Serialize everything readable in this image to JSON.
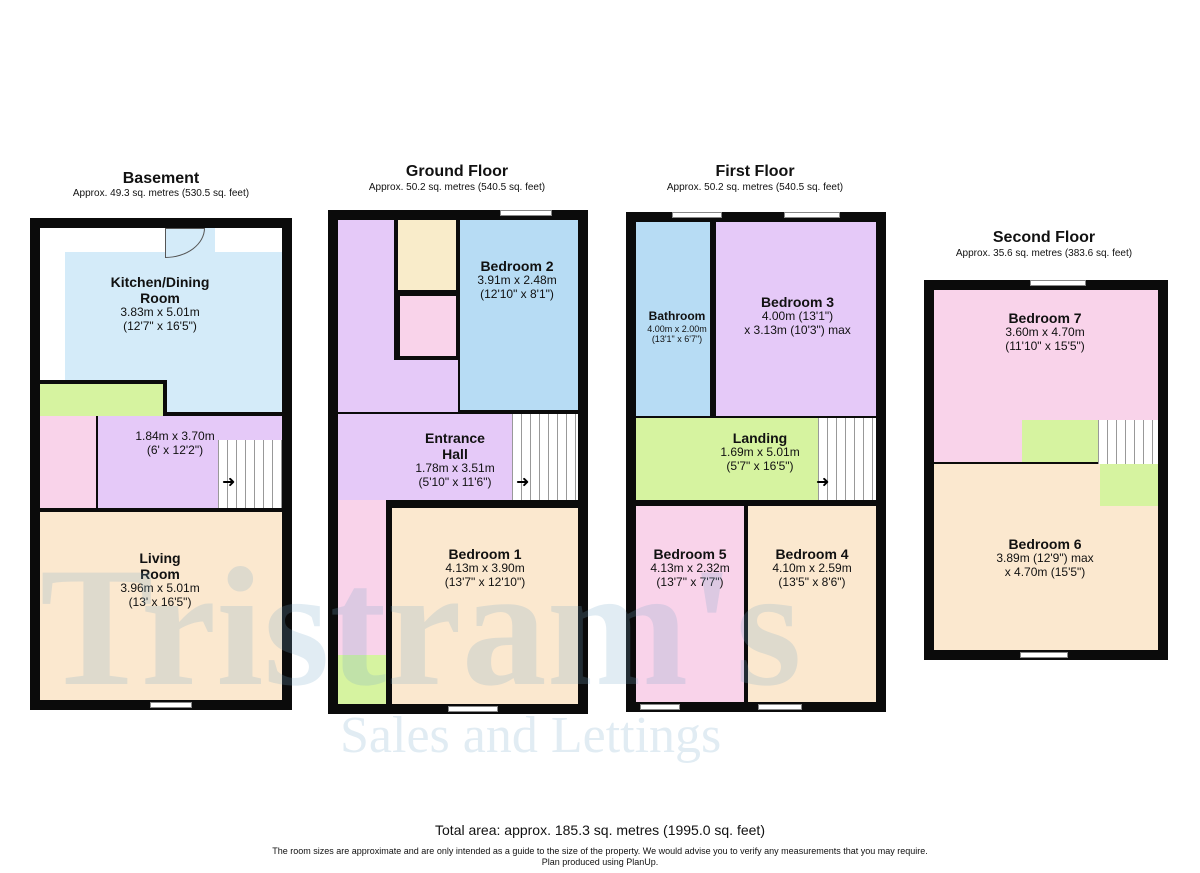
{
  "floors": {
    "basement": {
      "title": "Basement",
      "area": "Approx. 49.3 sq. metres (530.5 sq. feet)",
      "rooms": [
        {
          "name": "Kitchen/Dining Room",
          "name_l1": "Kitchen/Dining",
          "name_l2": "Room",
          "dims": "3.83m x 5.01m",
          "imperial": "(12'7\" x 16'5\")"
        },
        {
          "name": "",
          "dims": "1.84m x 3.70m",
          "imperial": "(6' x 12'2\")"
        },
        {
          "name": "Living Room",
          "name_l1": "Living",
          "name_l2": "Room",
          "dims": "3.96m x 5.01m",
          "imperial": "(13' x 16'5\")"
        }
      ]
    },
    "ground": {
      "title": "Ground Floor",
      "area": "Approx. 50.2 sq. metres (540.5 sq. feet)",
      "rooms": [
        {
          "name": "Bedroom 2",
          "dims": "3.91m x 2.48m",
          "imperial": "(12'10\" x 8'1\")"
        },
        {
          "name": "Entrance Hall",
          "name_l1": "Entrance",
          "name_l2": "Hall",
          "dims": "1.78m x 3.51m",
          "imperial": "(5'10\" x 11'6\")"
        },
        {
          "name": "Bedroom 1",
          "dims": "4.13m x 3.90m",
          "imperial": "(13'7\" x 12'10\")"
        }
      ]
    },
    "first": {
      "title": "First Floor",
      "area": "Approx. 50.2 sq. metres (540.5 sq. feet)",
      "rooms": [
        {
          "name": "Bathroom",
          "dims": "4.00m x 2.00m",
          "imperial": "(13'1\" x 6'7\")"
        },
        {
          "name": "Bedroom 3",
          "dims": "4.00m (13'1\")",
          "imperial": "x 3.13m (10'3\") max"
        },
        {
          "name": "Landing",
          "dims": "1.69m x 5.01m",
          "imperial": "(5'7\" x 16'5\")"
        },
        {
          "name": "Bedroom 5",
          "dims": "4.13m x 2.32m",
          "imperial": "(13'7\" x 7'7\")"
        },
        {
          "name": "Bedroom 4",
          "dims": "4.10m x 2.59m",
          "imperial": "(13'5\" x 8'6\")"
        }
      ]
    },
    "second": {
      "title": "Second Floor",
      "area": "Approx. 35.6 sq. metres (383.6 sq. feet)",
      "rooms": [
        {
          "name": "Bedroom 7",
          "dims": "3.60m x 4.70m",
          "imperial": "(11'10\" x 15'5\")"
        },
        {
          "name": "Bedroom 6",
          "dims": "3.89m (12'9\") max",
          "imperial": "x 4.70m (15'5\")"
        }
      ]
    }
  },
  "colors": {
    "wall": "#0b0b0b",
    "blue": "#d4ebf9",
    "blue2": "#b7dcf4",
    "lilac": "#e5c9f8",
    "pink": "#f9d3ea",
    "peach": "#fbe8cf",
    "green": "#d6f3a0",
    "cream": "#f9ecca"
  },
  "watermark": {
    "line1": "Tristram's",
    "line2": "Sales and Lettings"
  },
  "footer": {
    "total": "Total area: approx. 185.3 sq. metres (1995.0 sq. feet)",
    "disclaimer": "The room sizes are approximate and are only intended as a guide to the size of the property. We would advise you to verify any measurements that you may require.",
    "credit": "Plan produced using PlanUp."
  }
}
